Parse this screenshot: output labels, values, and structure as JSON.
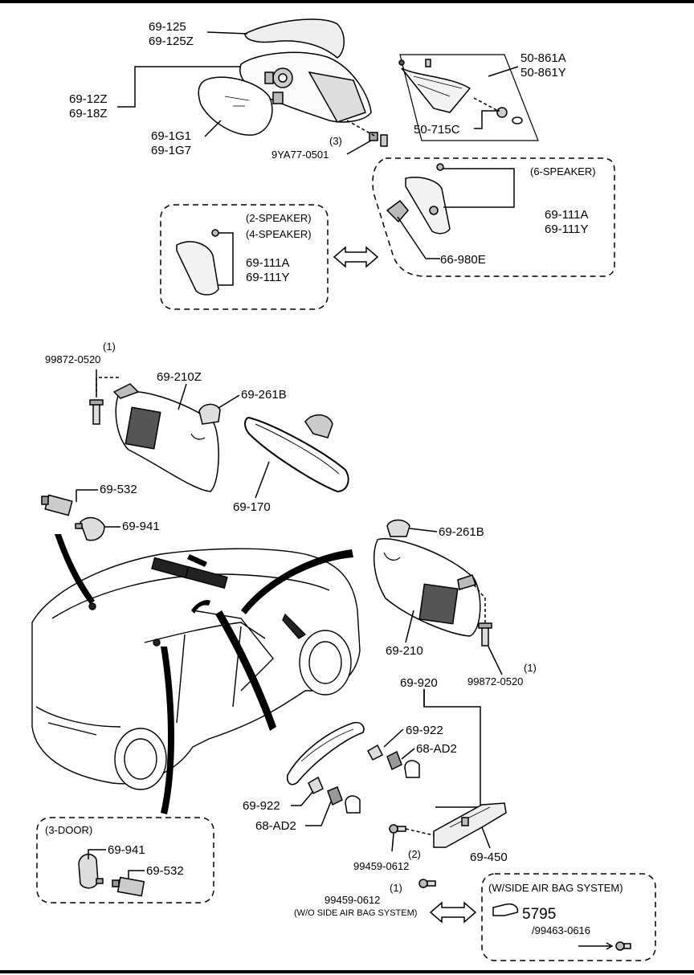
{
  "labels": {
    "p69_125": "69-125",
    "p69_125z": "69-125Z",
    "p50_861a": "50-861A",
    "p50_861y": "50-861Y",
    "p69_12z": "69-12Z",
    "p69_18z": "69-18Z",
    "p50_715c": "50-715C",
    "p69_1g1": "69-1G1",
    "p69_1g7": "69-1G7",
    "qty_3": "(3)",
    "p9ya77": "9YA77-0501",
    "six_speaker": "(6-SPEAKER)",
    "r_69_111a": "69-111A",
    "r_69_111y": "69-111Y",
    "two_speaker": "(2-SPEAKER)",
    "four_speaker": "(4-SPEAKER)",
    "l_69_111a": "69-111A",
    "l_69_111y": "69-111Y",
    "p66_980e": "66-980E",
    "qty_1a": "(1)",
    "p99872_a": "99872-0520",
    "p69_210z": "69-210Z",
    "p69_261b_a": "69-261B",
    "p69_170": "69-170",
    "p69_532_a": "69-532",
    "p69_941_a": "69-941",
    "p69_261b_b": "69-261B",
    "p69_210": "69-210",
    "qty_1b": "(1)",
    "p99872_b": "99872-0520",
    "p69_920": "69-920",
    "p69_922_a": "69-922",
    "p68_ad2_a": "68-AD2",
    "p69_922_b": "69-922",
    "p68_ad2_b": "68-AD2",
    "three_door": "(3-DOOR)",
    "p69_941_b": "69-941",
    "p69_532_b": "69-532",
    "p99459_a": "99459-0612",
    "qty_2": "(2)",
    "p69_450": "69-450",
    "qty_1c": "(1)",
    "p99459_b": "99459-0612",
    "wo_side_airbag": "(W/O SIDE AIR BAG SYSTEM)",
    "w_side_airbag": "(W/SIDE AIR BAG SYSTEM)",
    "ref_5795": "5795",
    "p99463": "/99463-0616"
  }
}
